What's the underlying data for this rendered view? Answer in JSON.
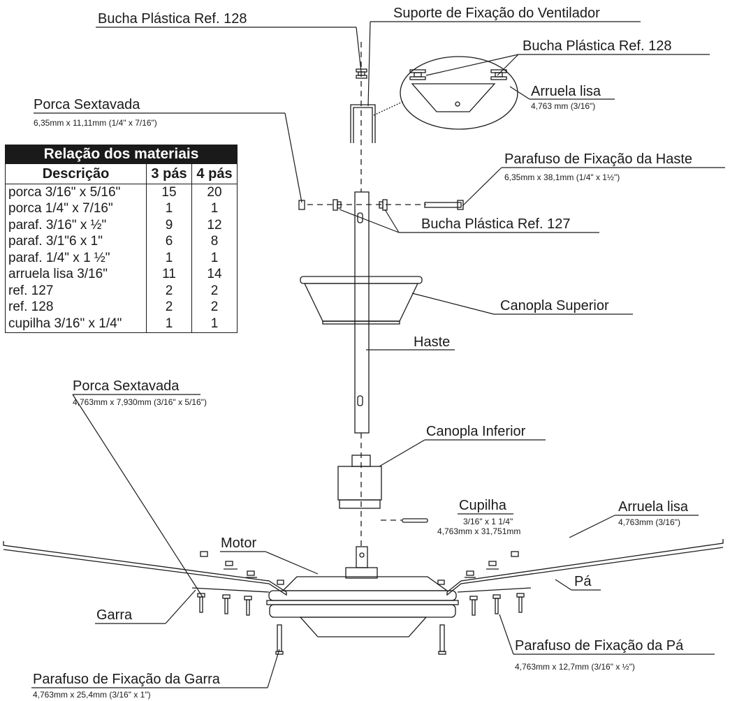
{
  "labels": {
    "suporte": "Suporte de Fixação do Ventilador",
    "bucha128_top": "Bucha Plástica Ref. 128",
    "bucha128_detail": "Bucha Plástica Ref. 128",
    "arruela_lisa_top": "Arruela lisa",
    "arruela_lisa_top_dim": "4,763 mm (3/16\")",
    "porca_top": "Porca Sextavada",
    "porca_top_dim": "6,35mm x 11,11mm (1/4\" x 7/16\")",
    "parafuso_haste": "Parafuso de Fixação da Haste",
    "parafuso_haste_dim": "6,35mm x 38,1mm (1/4\" x 1½\")",
    "bucha127": "Bucha Plástica Ref. 127",
    "canopla_superior": "Canopla Superior",
    "haste": "Haste",
    "porca_mid": "Porca Sextavada",
    "porca_mid_dim": "4,763mm x 7,930mm (3/16\" x 5/16\")",
    "canopla_inferior": "Canopla Inferior",
    "cupilha": "Cupilha",
    "cupilha_dim1": "3/16\" x 1 1/4\"",
    "cupilha_dim2": "4,763mm x 31,751mm",
    "arruela_lisa_right": "Arruela lisa",
    "arruela_lisa_right_dim": "4,763mm (3/16\")",
    "motor": "Motor",
    "pa": "Pá",
    "garra": "Garra",
    "parafuso_pa": "Parafuso de Fixação da Pá",
    "parafuso_pa_dim": "4,763mm x 12,7mm (3/16\" x ½\")",
    "parafuso_garra": "Parafuso de Fixação da Garra",
    "parafuso_garra_dim": "4,763mm x 25,4mm (3/16\" x 1\")"
  },
  "materials_table": {
    "title": "Relação dos materiais",
    "headers": [
      "Descrição",
      "3 pás",
      "4 pás"
    ],
    "rows": [
      [
        "porca 3/16\" x 5/16\"",
        "15",
        "20"
      ],
      [
        "porca 1/4\" x 7/16\"",
        "1",
        "1"
      ],
      [
        "paraf. 3/16\" x ½\"",
        "9",
        "12"
      ],
      [
        "paraf. 3/1\"6 x 1\"",
        "6",
        "8"
      ],
      [
        "paraf. 1/4\" x 1 ½\"",
        "1",
        "1"
      ],
      [
        "arruela lisa 3/16\"",
        "11",
        "14"
      ],
      [
        "ref. 127",
        "2",
        "2"
      ],
      [
        "ref. 128",
        "2",
        "2"
      ],
      [
        "cupilha 3/16\" x 1/4\"",
        "1",
        "1"
      ]
    ]
  }
}
